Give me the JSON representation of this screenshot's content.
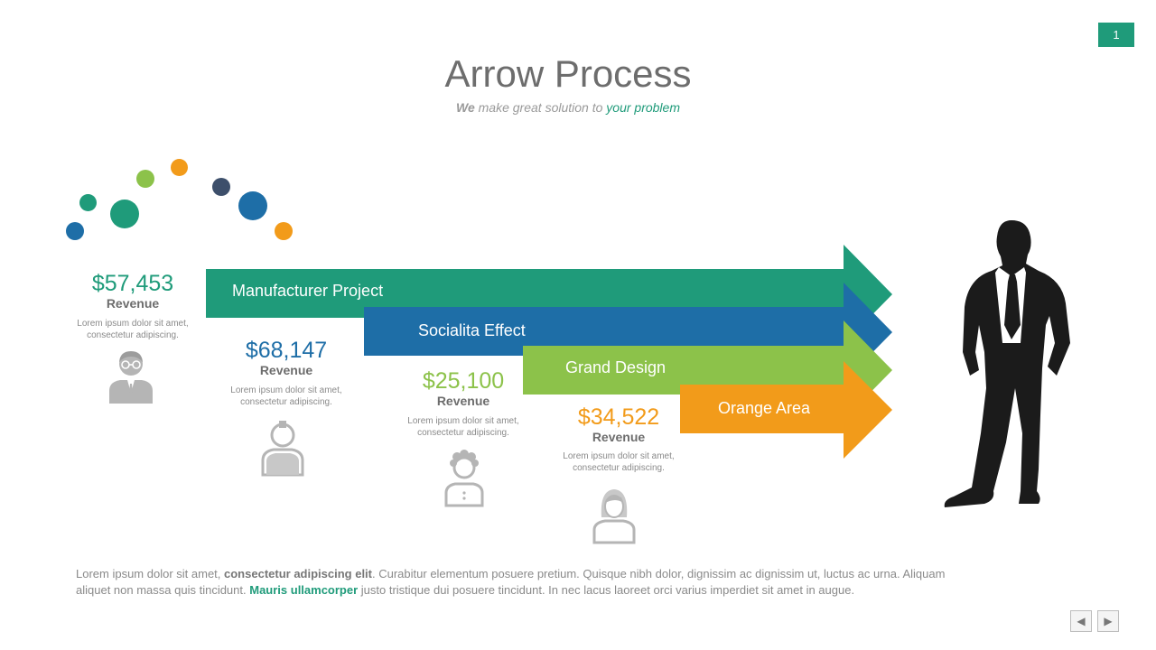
{
  "slide": {
    "number": "1"
  },
  "header": {
    "title": "Arrow Process",
    "subtitle_we": "We",
    "subtitle_mid": " make great solution to ",
    "subtitle_highlight": "your problem"
  },
  "colors": {
    "green": "#1f9b7a",
    "blue": "#1e6ea7",
    "lime": "#8cc24a",
    "orange": "#f29b1a",
    "navy": "#3d4f6b",
    "gray": "#b5b5b5"
  },
  "arrows": [
    {
      "label": "Manufacturer Project",
      "color": "#1f9b7a"
    },
    {
      "label": "Socialita Effect",
      "color": "#1e6ea7"
    },
    {
      "label": "Grand Design",
      "color": "#8cc24a"
    },
    {
      "label": "Orange Area",
      "color": "#f29b1a"
    }
  ],
  "stats": [
    {
      "value": "$57,453",
      "label": "Revenue",
      "desc1": "Lorem ipsum dolor sit amet,",
      "desc2": "consectetur adipiscing.",
      "color": "#1f9b7a",
      "icon": "man-glasses-icon"
    },
    {
      "value": "$68,147",
      "label": "Revenue",
      "desc1": "Lorem ipsum dolor sit amet,",
      "desc2": "consectetur adipiscing.",
      "color": "#1e6ea7",
      "icon": "man-mohawk-icon"
    },
    {
      "value": "$25,100",
      "label": "Revenue",
      "desc1": "Lorem ipsum dolor sit amet,",
      "desc2": "consectetur adipiscing.",
      "color": "#8cc24a",
      "icon": "man-curly-icon"
    },
    {
      "value": "$34,522",
      "label": "Revenue",
      "desc1": "Lorem ipsum dolor sit amet,",
      "desc2": "consectetur adipiscing.",
      "color": "#f29b1a",
      "icon": "woman-icon"
    }
  ],
  "footer": {
    "part1": "Lorem ipsum dolor sit amet, ",
    "bold1": "consectetur adipiscing elit",
    "part2": ". Curabitur elementum posuere pretium. Quisque nibh dolor, dignissim ac dignissim ut, luctus ac urna. Aliquam aliquet non massa quis tincidunt. ",
    "bold2": "Mauris ullamcorper",
    "part3": " justo tristique dui posuere tincidunt. In nec lacus laoreet orci varius imperdiet sit amet in augue."
  },
  "nav": {
    "prev": "◀",
    "next": "▶"
  }
}
